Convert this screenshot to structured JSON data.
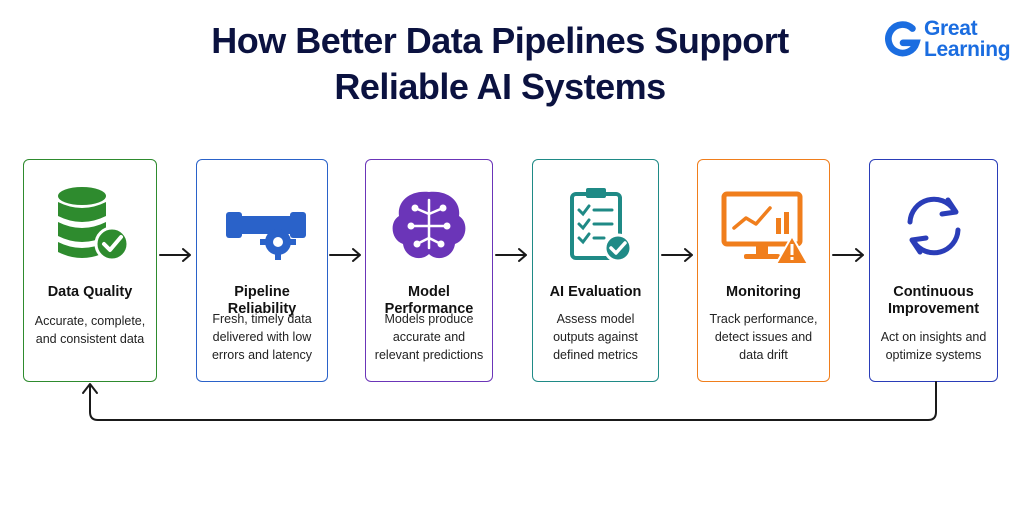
{
  "title": {
    "line1": "How Better Data Pipelines Support",
    "line2": "Reliable AI Systems"
  },
  "logo": {
    "line1": "Great",
    "line2": "Learning"
  },
  "steps": [
    {
      "label": "Data Quality",
      "description": "Accurate, complete, and consistent data",
      "icon": "database-check-icon",
      "color": "#2e8b2e"
    },
    {
      "label": "Pipeline Reliability",
      "description": "Fresh, timely data delivered with low errors and latency",
      "icon": "pipe-gear-icon",
      "color": "#2a62c9"
    },
    {
      "label": "Model Performance",
      "description": "Models produce accurate and relevant predictions",
      "icon": "brain-circuit-icon",
      "color": "#6b35b8"
    },
    {
      "label": "AI Evaluation",
      "description": "Assess model outputs against defined metrics",
      "icon": "clipboard-check-icon",
      "color": "#1f8a86"
    },
    {
      "label": "Monitoring",
      "description": "Track performance, detect issues and data drift",
      "icon": "monitor-alert-icon",
      "color": "#f07e1c"
    },
    {
      "label": "Continuous Improvement",
      "description": "Act on insights and optimize systems",
      "icon": "refresh-cycle-icon",
      "color": "#2a3db8"
    }
  ]
}
